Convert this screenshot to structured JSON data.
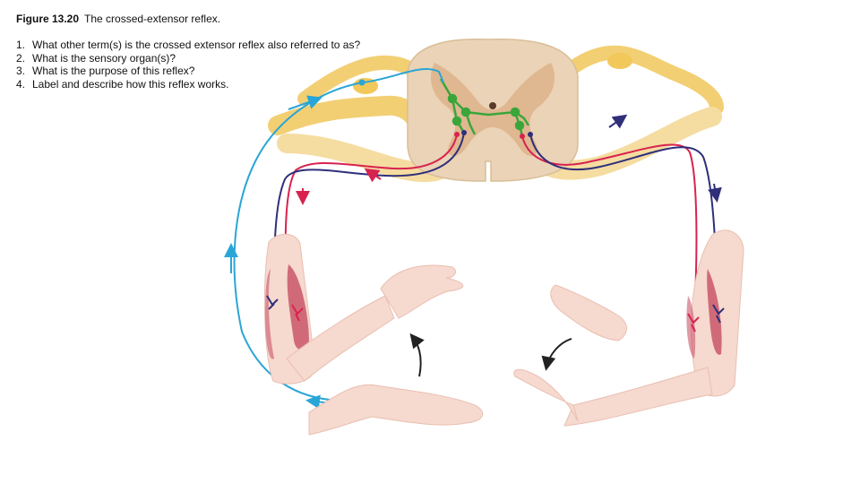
{
  "figure": {
    "label": "Figure 13.20",
    "caption": "The crossed-extensor reflex."
  },
  "questions": [
    {
      "num": "1.",
      "text": "What other term(s) is the crossed extensor reflex also referred to as?"
    },
    {
      "num": "2.",
      "text": "What is the sensory organ(s)?"
    },
    {
      "num": "3.",
      "text": "What is the purpose of this reflex?"
    },
    {
      "num": "4.",
      "text": "Label and describe how this reflex works."
    }
  ],
  "colors": {
    "sensory": "#2aa6d6",
    "motor_excitatory": "#d8234f",
    "motor_inhibitory": "#2f2f7a",
    "interneuron": "#3aa63a",
    "nerve": "#f2cf73",
    "spinal_cord": "#ead3b6",
    "skin": "#f6d9cf",
    "muscle": "#c9566a"
  }
}
